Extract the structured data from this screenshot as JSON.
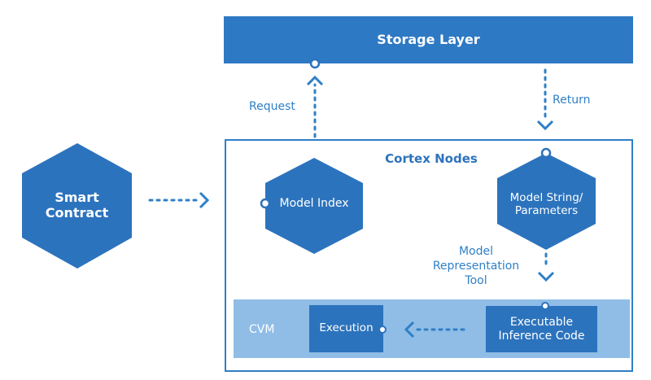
{
  "storage_layer": "Storage Layer",
  "cortex_nodes": "Cortex Nodes",
  "smart_contract": "Smart\nContract",
  "model_index": "Model Index",
  "model_string": "Model String/\nParameters",
  "request": "Request",
  "return": "Return",
  "model_representation_tool": "Model\nRepresentation\nTool",
  "cvm": "CVM",
  "execution": "Execution",
  "executable_inference_code": "Executable\nInference Code",
  "colors": {
    "primary": "#2f7fc6",
    "dark_box": "#2c73bd",
    "cvm_band": "#8fbde6",
    "border": "#2f7fc6"
  }
}
